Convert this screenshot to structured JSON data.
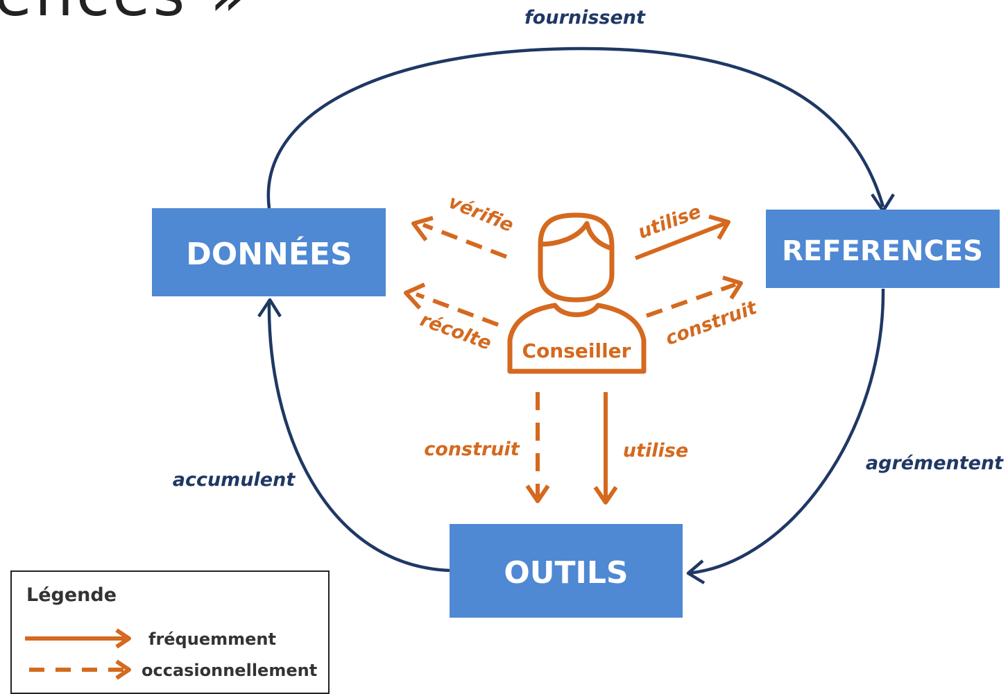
{
  "heading_fragment": "ences »",
  "colors": {
    "box": "#4f88d3",
    "cycle": "#1f3864",
    "advisor": "#d4691f"
  },
  "boxes": {
    "donnees": "DONNÉES",
    "references": "REFERENCES",
    "outils": "OUTILS"
  },
  "cycle_labels": {
    "top": "fournissent",
    "right": "agrémentent",
    "left": "accumulent"
  },
  "advisor": {
    "label": "Conseiller",
    "icon": "person-icon",
    "actions": {
      "verifie": "vérifie",
      "recolte": "récolte",
      "utilise_references": "utilise",
      "construit_references": "construit",
      "construit_outils": "construit",
      "utilise_outils": "utilise"
    }
  },
  "legend": {
    "title": "Légende",
    "solid": "fréquemment",
    "dashed": "occasionnellement"
  }
}
